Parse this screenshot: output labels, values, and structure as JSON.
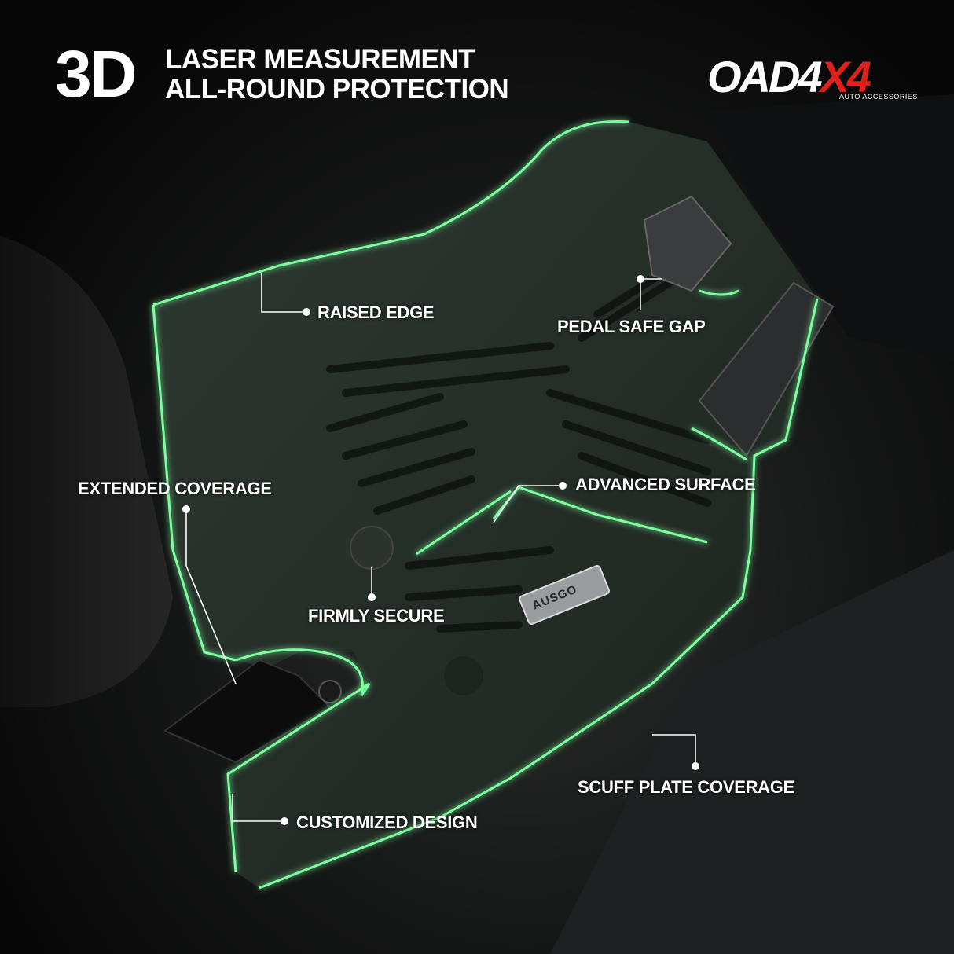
{
  "headline": {
    "big": "3D",
    "line1": "LASER MEASUREMENT",
    "line2": "ALL-ROUND PROTECTION"
  },
  "logo": {
    "text_main": "OAD4",
    "text_accent": "X4",
    "tagline": "AUTO ACCESSORIES"
  },
  "badge_text": "AUSGO",
  "features": {
    "raised_edge": "RAISED EDGE",
    "pedal_safe_gap": "PEDAL SAFE GAP",
    "extended_coverage": "EXTENDED COVERAGE",
    "advanced_surface": "ADVANCED SURFACE",
    "firmly_secure": "FIRMLY SECURE",
    "scuff_plate_coverage": "SCUFF PLATE COVERAGE",
    "customized_design": "CUSTOMIZED DESIGN"
  },
  "colors": {
    "highlight": "#7dffa0",
    "accent_red": "#e0201a",
    "text": "#ffffff"
  }
}
